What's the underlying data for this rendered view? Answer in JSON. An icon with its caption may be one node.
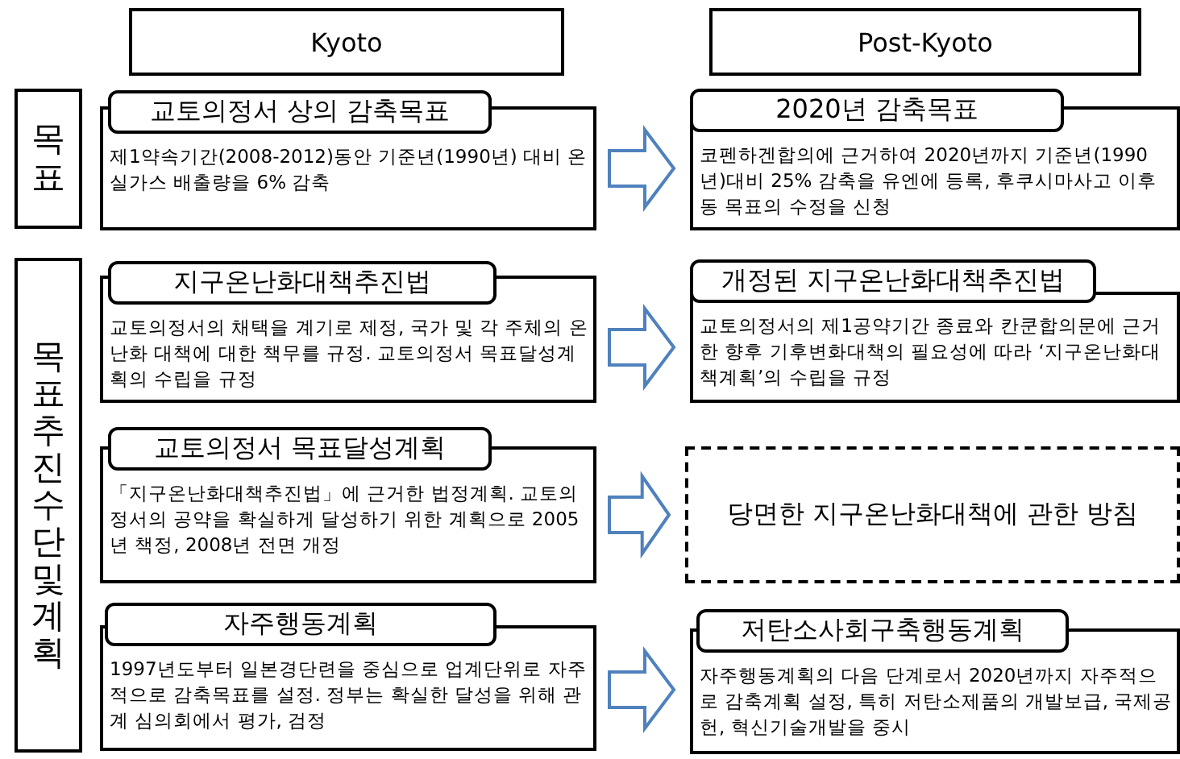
{
  "diagram": {
    "nodes": [
      {
        "text": [
          "Kyoto"
        ]
      },
      {
        "text": [
          "Post-Kyoto"
        ]
      },
      {
        "text": [
          "목표"
        ]
      },
      {
        "text": [
          "교토의정서 상의 감축목표",
          "제1약속기간(2008-2012)동안 기준년(1990년) 대비 온실가스 배출량을 6% 감축"
        ]
      },
      {
        "text": [
          "2020년 감축목표",
          "코펜하겐합의에 근거하여 2020년까지 기준년(1990년)대비 25% 감축을 유엔에 등록, 후쿠시마사고 이후 동 목표의 수정을 신청"
        ]
      },
      {
        "text": [
          "목표추진수단 및 계획"
        ]
      },
      {
        "text": [
          "지구온난화대책추진법",
          "교토의정서의 채택을 계기로 제정, 국가 및 각 주체의 온난화 대책에 대한 책무를 규정. 교토의정서 목표달성계획의 수립을 규정"
        ]
      },
      {
        "text": [
          "개정된 지구온난화대책추진법",
          "교토의정서의 제1공약기간 종료와 칸쿤합의문에 근거한 향후 기후변화대책의 필요성에 따라 ‘지구온난화대책계획’의 수립을 규정"
        ]
      },
      {
        "text": [
          "교토의정서 목표달성계획",
          "「지구온난화대책추진법」에 근거한 법정계획. 교토의정서의 공약을 확실하게 달성하기 위한 계획으로 2005년 책정, 2008년 전면 개정"
        ]
      },
      {
        "text": [
          "당면한 지구온난화대책에 관한 방침"
        ]
      },
      {
        "text": [
          "자주행동계획",
          "1997년도부터 일본경단련을 중심으로 업계단위로 자주적으로 감축목표를 설정. 정부는 확실한 달성을 위해 관계 심의회에서 평가, 검정"
        ]
      },
      {
        "text": [
          "저탄소사회구축행동계획",
          "자주행동계획의 다음 단계로서 2020년까지 자주적으로 감축계획 설정, 특히 저탄소제품의 개발보급, 국제공헌, 혁신기술개발을 중시"
        ]
      }
    ],
    "edges": [
      {
        "from": 3,
        "to": 4,
        "arrow": "to",
        "color": "#4f81bd"
      },
      {
        "from": 6,
        "to": 7,
        "arrow": "to",
        "color": "#4f81bd"
      },
      {
        "from": 8,
        "to": 9,
        "arrow": "to",
        "color": "#4f81bd"
      },
      {
        "from": 10,
        "to": 11,
        "arrow": "to",
        "color": "#4f81bd"
      }
    ]
  }
}
